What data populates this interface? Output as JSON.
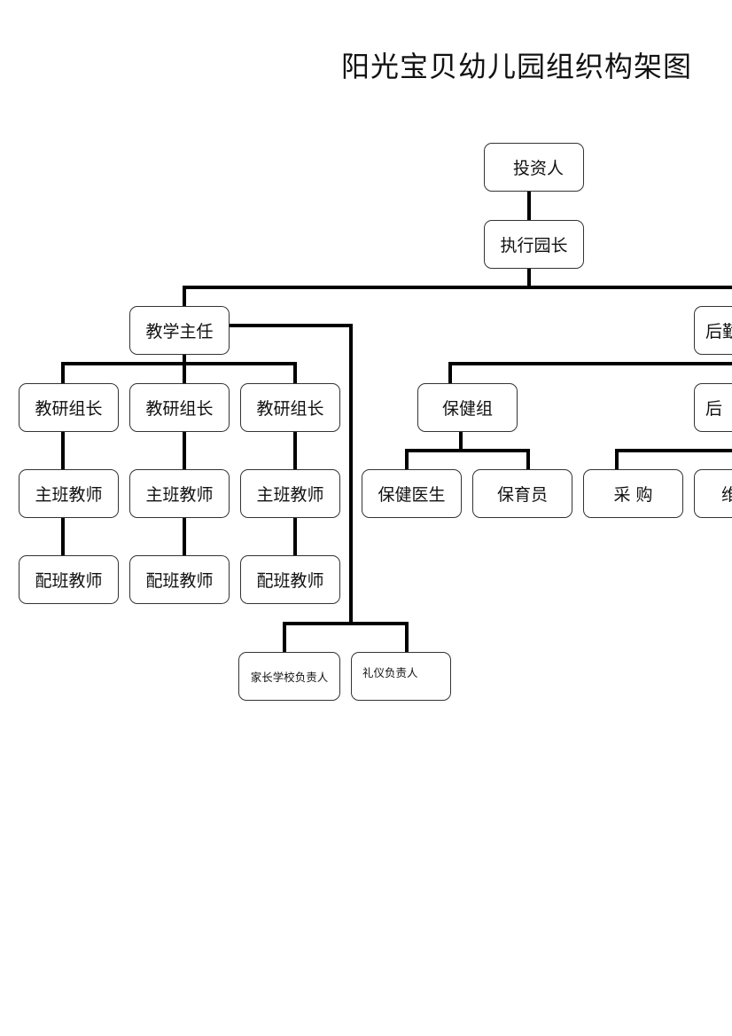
{
  "title": "阳光宝贝幼儿园组织构架图",
  "nodes": {
    "investor": "投资人",
    "executive_director": "执行园长",
    "teaching_director": "教学主任",
    "logistics_director": "后勤",
    "research_leader_1": "教研组长",
    "research_leader_2": "教研组长",
    "research_leader_3": "教研组长",
    "head_teacher_1": "主班教师",
    "head_teacher_2": "主班教师",
    "head_teacher_3": "主班教师",
    "assistant_teacher_1": "配班教师",
    "assistant_teacher_2": "配班教师",
    "assistant_teacher_3": "配班教师",
    "health_group": "保健组",
    "logistics_group": "后",
    "health_doctor": "保健医生",
    "childcare_worker": "保育员",
    "purchasing": "采 购",
    "maintenance": "维",
    "parent_school_head": "家长学校负责人",
    "etiquette_head": "礼仪负责人"
  }
}
